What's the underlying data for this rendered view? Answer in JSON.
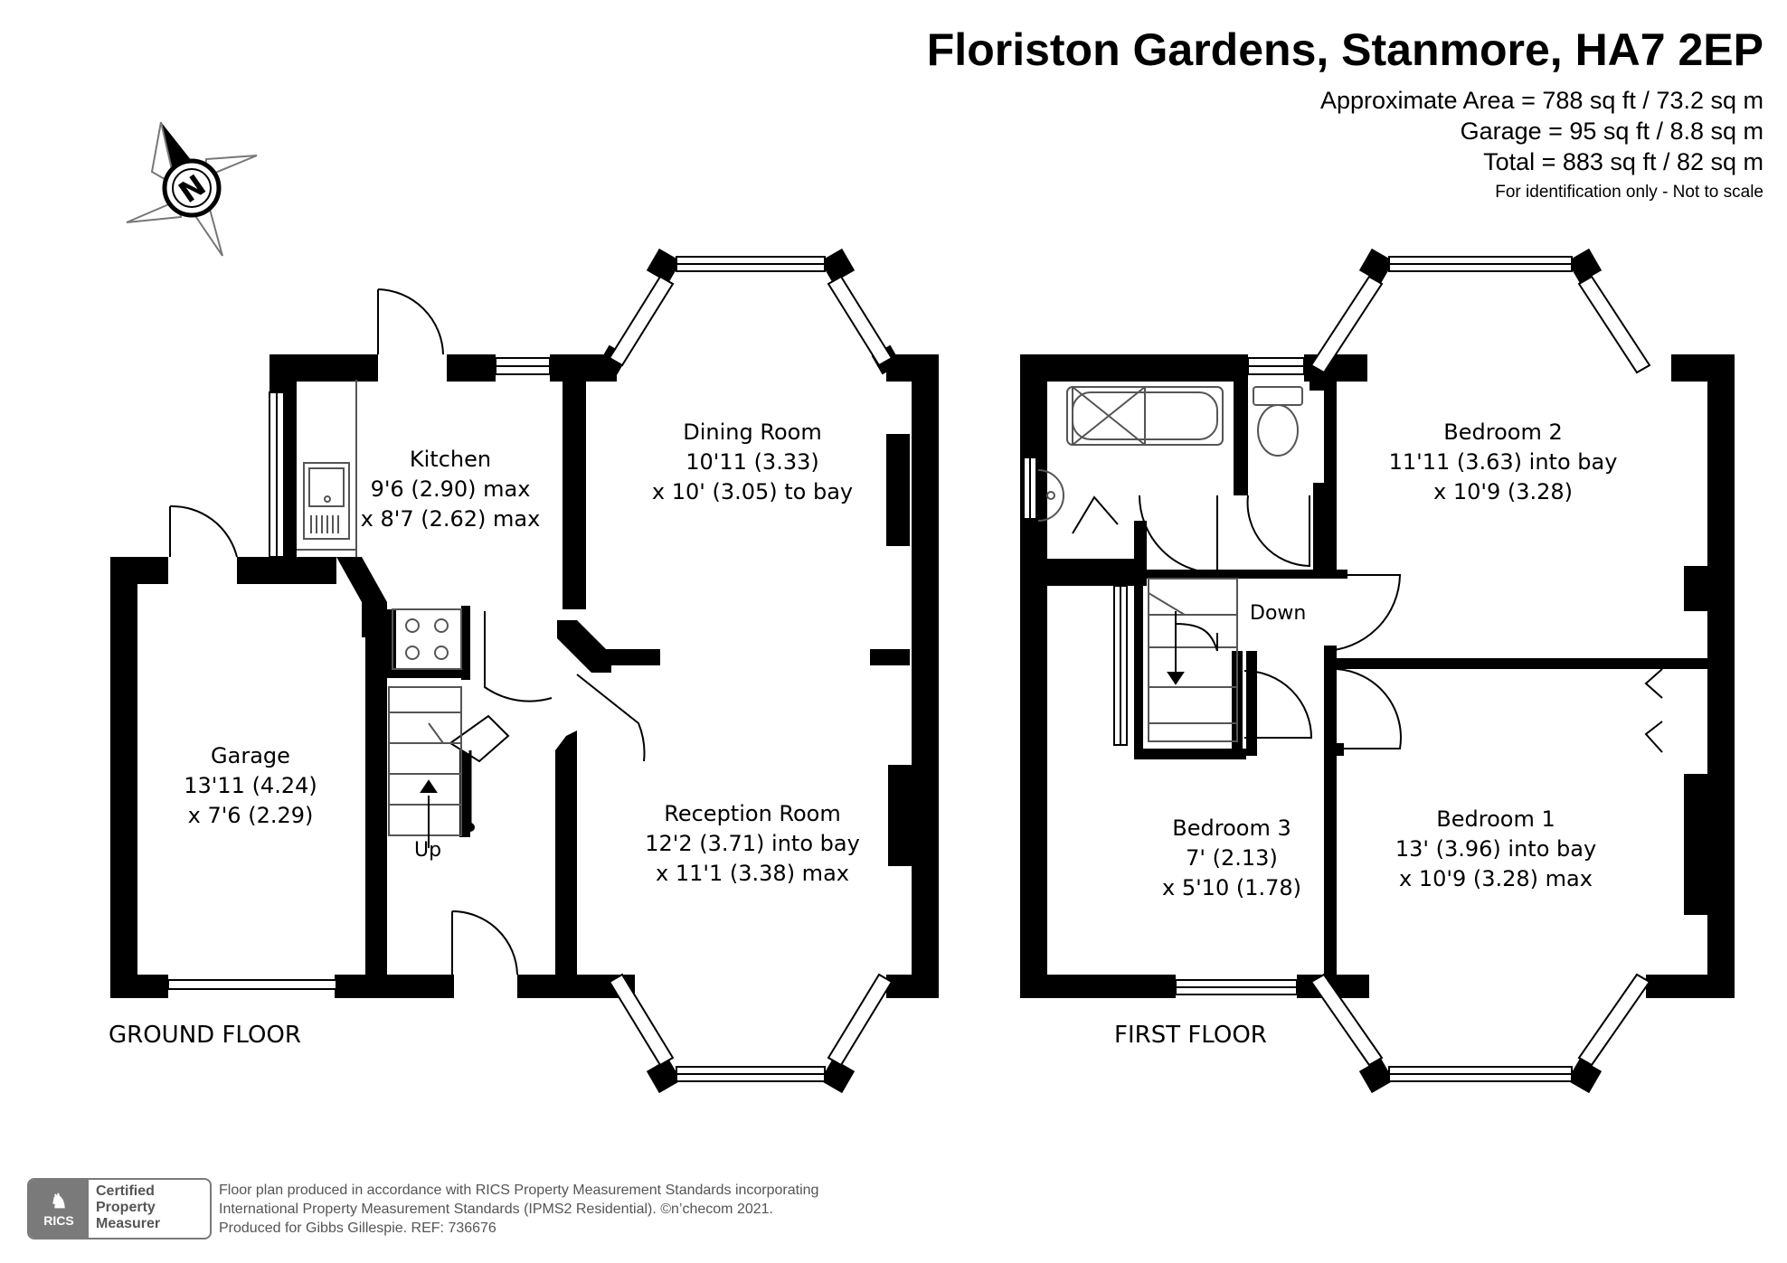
{
  "header": {
    "title": "Floriston Gardens, Stanmore, HA7 2EP",
    "approx_area": "Approximate Area = 788 sq ft / 73.2 sq m",
    "garage_area": "Garage = 95 sq ft / 8.8 sq m",
    "total_area": "Total = 883 sq ft / 82 sq m",
    "note": "For identification only - Not to scale"
  },
  "compass": {
    "letter": "N",
    "icon": "north-arrow-icon"
  },
  "ground_floor": {
    "label": "GROUND FLOOR",
    "stairs_label": "Up",
    "rooms": {
      "kitchen": {
        "name": "Kitchen",
        "dim1": "9'6 (2.90) max",
        "dim2": "x 8'7 (2.62) max"
      },
      "dining": {
        "name": "Dining Room",
        "dim1": "10'11 (3.33)",
        "dim2": "x 10' (3.05) to bay"
      },
      "garage": {
        "name": "Garage",
        "dim1": "13'11 (4.24)",
        "dim2": "x 7'6 (2.29)"
      },
      "reception": {
        "name": "Reception Room",
        "dim1": "12'2 (3.71) into bay",
        "dim2": "x 11'1 (3.38) max"
      }
    }
  },
  "first_floor": {
    "label": "FIRST FLOOR",
    "stairs_label": "Down",
    "rooms": {
      "bedroom2": {
        "name": "Bedroom 2",
        "dim1": "11'11 (3.63) into bay",
        "dim2": "x 10'9 (3.28)"
      },
      "bedroom3": {
        "name": "Bedroom 3",
        "dim1": "7' (2.13)",
        "dim2": "x 5'10 (1.78)"
      },
      "bedroom1": {
        "name": "Bedroom 1",
        "dim1": "13' (3.96) into bay",
        "dim2": "x 10'9 (3.28) max"
      }
    }
  },
  "footer": {
    "badge_logo": "RICS",
    "badge_line1": "Certified",
    "badge_line2": "Property",
    "badge_line3": "Measurer",
    "line1": "Floor plan produced in accordance with RICS Property Measurement Standards incorporating",
    "line2": "International Property Measurement Standards (IPMS2 Residential).   ©n’checom 2021.",
    "line3": "Produced for Gibbs Gillespie.   REF:  736676"
  },
  "colors": {
    "wall": "#000000",
    "fixture_line": "#555555",
    "badge": "#7a7a7a"
  }
}
